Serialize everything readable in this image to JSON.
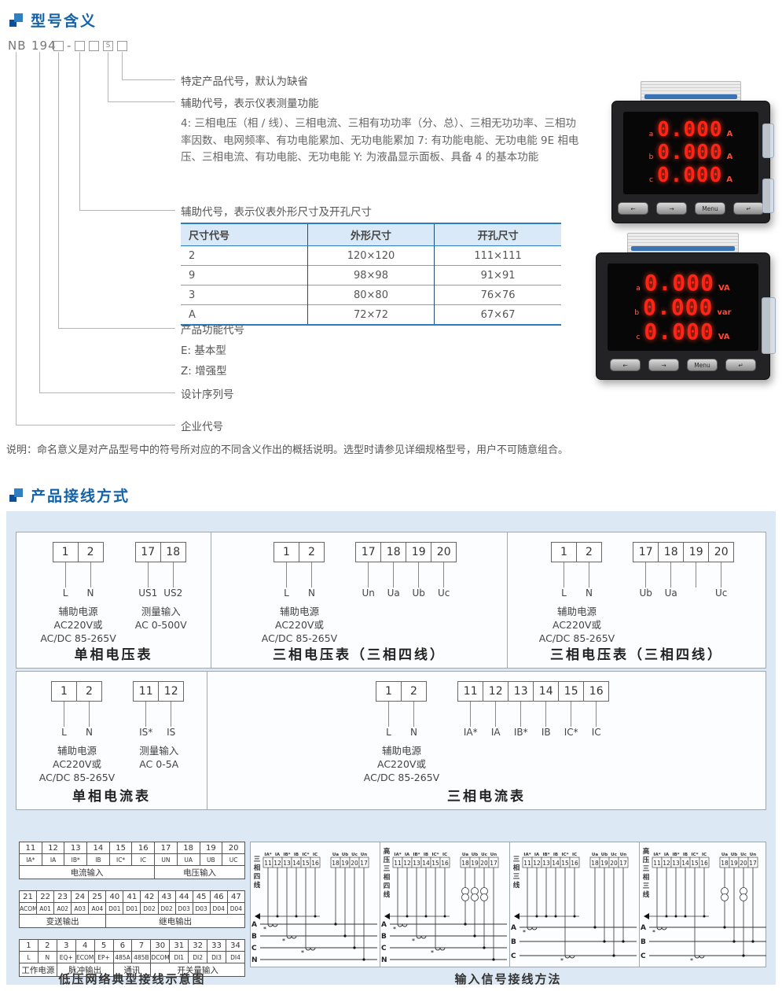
{
  "section1": {
    "title": "型号含义",
    "model": {
      "prefix": "NB",
      "series": "194",
      "dash": "-",
      "s_char": "S"
    },
    "callouts": [
      {
        "label": "特定产品代号，默认为缺省"
      },
      {
        "label": "辅助代号，表示仪表测量功能"
      },
      {
        "label": "辅助代号，表示仪表外形尺寸及开孔尺寸"
      },
      {
        "label": "产品功能代号"
      },
      {
        "label": "设计序列号"
      },
      {
        "label": "企业代号"
      }
    ],
    "function_desc": "4: 三相电压（相 / 线）、三相电流、三相有功功率（分、总）、三相无功功率、三相功率因数、电网频率、有功电能累加、无功电能累加 7: 有功能电能、无功电能 9E 相电压、三相电流、有功电能、无功电能 Y: 为液晶显示面板、具备 4 的基本功能",
    "func_options": [
      "E: 基本型",
      "Z: 增强型"
    ],
    "size_table": {
      "headers": [
        "尺寸代号",
        "外形尺寸",
        "开孔尺寸"
      ],
      "rows": [
        [
          "2",
          "120×120",
          "111×111"
        ],
        [
          "9",
          "98×98",
          "91×91"
        ],
        [
          "3",
          "80×80",
          "76×76"
        ],
        [
          "A",
          "72×72",
          "67×67"
        ]
      ]
    },
    "note": "说明：命名意义是对产品型号中的符号所对应的不同含义作出的概括说明。选型时请参见详细规格型号，用户不可随意组合。"
  },
  "meters": [
    {
      "rows": [
        {
          "phase": "a",
          "value": "0.000",
          "unit": "A"
        },
        {
          "phase": "b",
          "value": "0.000",
          "unit": "A"
        },
        {
          "phase": "c",
          "value": "0.000",
          "unit": "A"
        }
      ],
      "buttons": [
        "←",
        "→",
        "Menu",
        "↵"
      ]
    },
    {
      "rows": [
        {
          "phase": "a",
          "value": "0.000",
          "unit": "VA"
        },
        {
          "phase": "b",
          "value": "0.000",
          "unit": "var"
        },
        {
          "phase": "c",
          "value": "0.000",
          "unit": "VA"
        }
      ],
      "buttons": [
        "←",
        "→",
        "Menu",
        "↵"
      ]
    }
  ],
  "section2": {
    "title": "产品接线方式",
    "diagrams": [
      {
        "title": "单相电压表",
        "groups": [
          {
            "terms": [
              "1",
              "2"
            ],
            "labels": [
              "L",
              "N"
            ],
            "desc": [
              "辅助电源",
              "AC220V或",
              "AC/DC 85-265V"
            ]
          },
          {
            "terms": [
              "17",
              "18"
            ],
            "labels": [
              "US1",
              "US2"
            ],
            "desc": [
              "测量输入",
              "AC 0-500V"
            ]
          }
        ]
      },
      {
        "title": "三相电压表（三相四线）",
        "groups": [
          {
            "terms": [
              "1",
              "2"
            ],
            "labels": [
              "L",
              "N"
            ],
            "desc": [
              "辅助电源",
              "AC220V或",
              "AC/DC 85-265V"
            ]
          },
          {
            "terms": [
              "17",
              "18",
              "19",
              "20"
            ],
            "labels": [
              "Un",
              "Ua",
              "Ub",
              "Uc"
            ],
            "desc": []
          }
        ]
      },
      {
        "title": "三相电压表（三相四线）",
        "groups": [
          {
            "terms": [
              "1",
              "2"
            ],
            "labels": [
              "L",
              "N"
            ],
            "desc": [
              "辅助电源",
              "AC220V或",
              "AC/DC 85-265V"
            ]
          },
          {
            "terms": [
              "17",
              "18",
              "19",
              "20"
            ],
            "labels": [
              "Ub",
              "Ua",
              "",
              "Uc"
            ],
            "desc": []
          }
        ]
      },
      {
        "title": "单相电流表",
        "groups": [
          {
            "terms": [
              "1",
              "2"
            ],
            "labels": [
              "L",
              "N"
            ],
            "desc": [
              "辅助电源",
              "AC220V或",
              "AC/DC 85-265V"
            ]
          },
          {
            "terms": [
              "11",
              "12"
            ],
            "labels": [
              "IS*",
              "IS"
            ],
            "desc": [
              "测量输入",
              "AC 0-5A"
            ]
          }
        ]
      },
      {
        "title": "三相电流表",
        "groups": [
          {
            "terms": [
              "1",
              "2"
            ],
            "labels": [
              "L",
              "N"
            ],
            "desc": [
              "辅助电源",
              "AC220V或",
              "AC/DC 85-265V"
            ]
          },
          {
            "terms": [
              "11",
              "12",
              "13",
              "14",
              "15",
              "16"
            ],
            "labels": [
              "IA*",
              "IA",
              "IB*",
              "IB",
              "IC*",
              "IC"
            ],
            "desc": []
          }
        ]
      }
    ],
    "terminal_tables": [
      {
        "nums": [
          "11",
          "12",
          "13",
          "14",
          "15",
          "16",
          "17",
          "18",
          "19",
          "20"
        ],
        "names": [
          "IA*",
          "IA",
          "IB*",
          "IB",
          "IC*",
          "IC",
          "UN",
          "UA",
          "UB",
          "UC"
        ],
        "groups": [
          {
            "label": "电流输入",
            "span": 6
          },
          {
            "label": "电压输入",
            "span": 4
          }
        ]
      },
      {
        "nums": [
          "21",
          "22",
          "23",
          "24",
          "25",
          "40",
          "41",
          "42",
          "43",
          "44",
          "45",
          "46",
          "47"
        ],
        "names": [
          "ACOM",
          "A01",
          "A02",
          "A03",
          "A04",
          "D01",
          "D01",
          "D02",
          "D02",
          "D03",
          "D03",
          "D04",
          "D04"
        ],
        "groups": [
          {
            "label": "变送输出",
            "span": 5
          },
          {
            "label": "继电输出",
            "span": 8
          }
        ]
      },
      {
        "nums": [
          "1",
          "2",
          "3",
          "4",
          "5",
          "6",
          "7",
          "30",
          "31",
          "32",
          "33",
          "34"
        ],
        "names": [
          "L",
          "N",
          "EQ+",
          "ECOM",
          "EP+",
          "485A",
          "485B",
          "DCOM",
          "DI1",
          "DI2",
          "DI3",
          "DI4"
        ],
        "groups": [
          {
            "label": "工作电源",
            "span": 2
          },
          {
            "label": "脉冲输出",
            "span": 3
          },
          {
            "label": "通讯",
            "span": 2
          },
          {
            "label": "开关量输入",
            "span": 5
          }
        ]
      }
    ],
    "sch_terms": {
      "current_labels": [
        "IA*",
        "IA",
        "IB*",
        "IB",
        "IC*",
        "IC"
      ],
      "current_nums": [
        "11",
        "12",
        "13",
        "14",
        "15",
        "16"
      ],
      "voltage_labels": [
        "Ua",
        "Ub",
        "Uc",
        "Un"
      ],
      "voltage_nums": [
        "18",
        "19",
        "20",
        "17"
      ],
      "phases4": [
        "A",
        "B",
        "C",
        "N"
      ],
      "phases3": [
        "A",
        "B",
        "C"
      ]
    },
    "schematics": [
      {
        "side_label": "三相四线",
        "wires": 4,
        "hv": false
      },
      {
        "side_label": "高压三相四线",
        "wires": 4,
        "hv": true
      },
      {
        "side_label": "三相三线",
        "wires": 3,
        "hv": false
      },
      {
        "side_label": "高压三相三线",
        "wires": 3,
        "hv": true
      }
    ],
    "captions": {
      "left": "低压网络典型接线示意图",
      "right": "输入信号接线方法"
    }
  }
}
